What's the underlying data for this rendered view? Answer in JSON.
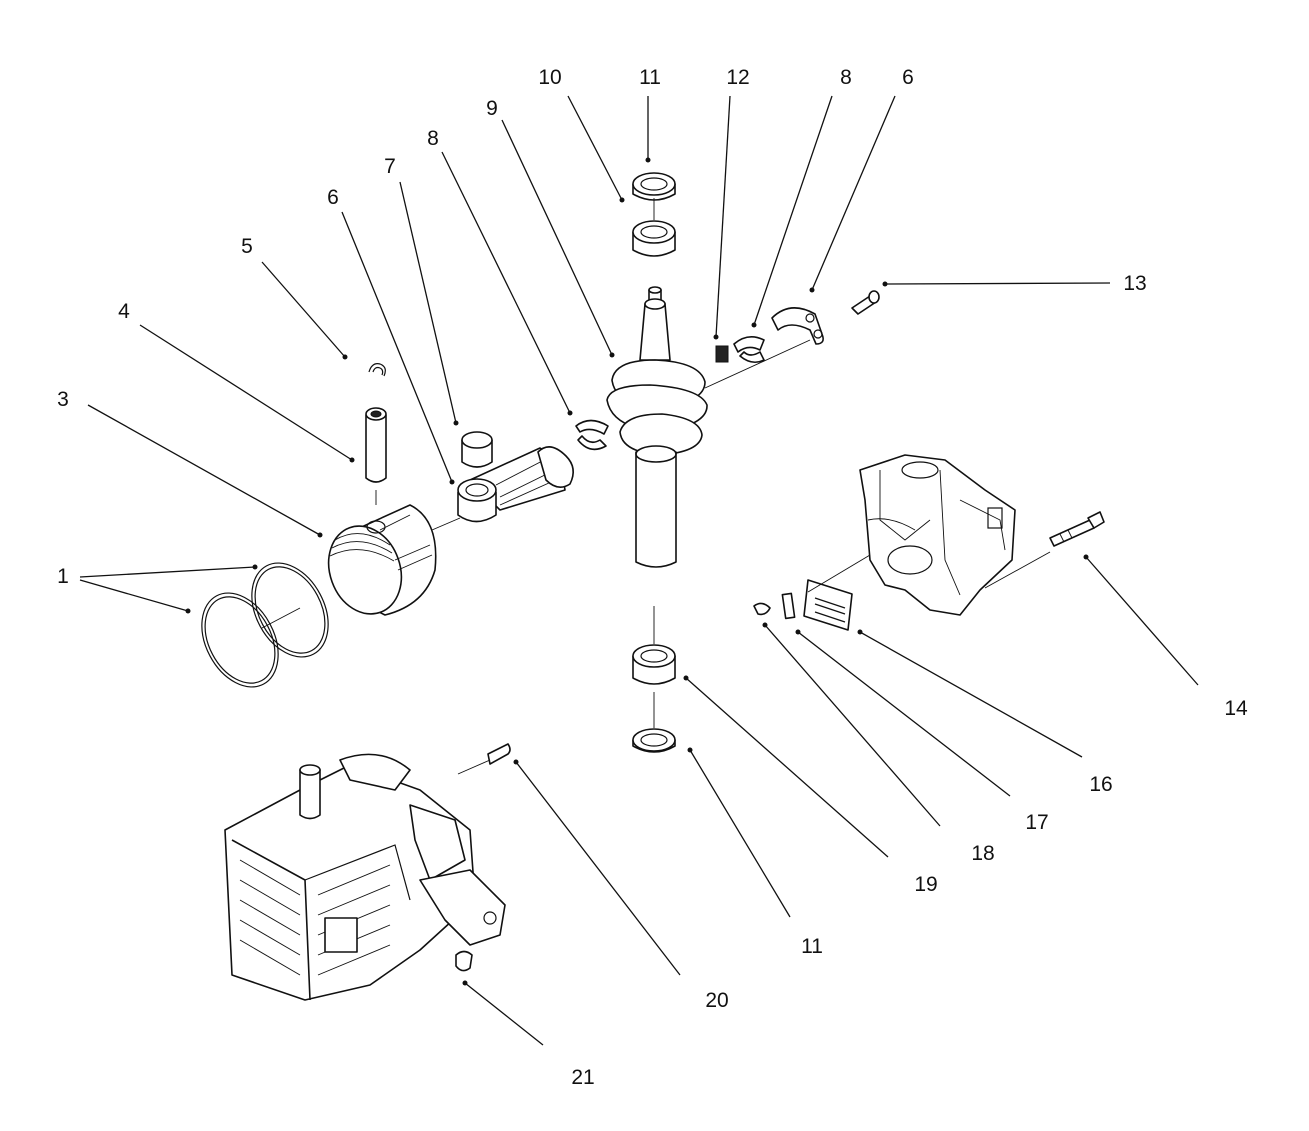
{
  "callouts": [
    {
      "number": "1"
    },
    {
      "number": "3"
    },
    {
      "number": "4"
    },
    {
      "number": "5"
    },
    {
      "number": "6"
    },
    {
      "number": "7"
    },
    {
      "number": "8"
    },
    {
      "number": "9"
    },
    {
      "number": "10"
    },
    {
      "number": "11"
    },
    {
      "number": "12"
    },
    {
      "number": "8"
    },
    {
      "number": "6"
    },
    {
      "number": "13"
    },
    {
      "number": "14"
    },
    {
      "number": "16"
    },
    {
      "number": "17"
    },
    {
      "number": "18"
    },
    {
      "number": "19"
    },
    {
      "number": "11"
    },
    {
      "number": "20"
    },
    {
      "number": "21"
    }
  ]
}
